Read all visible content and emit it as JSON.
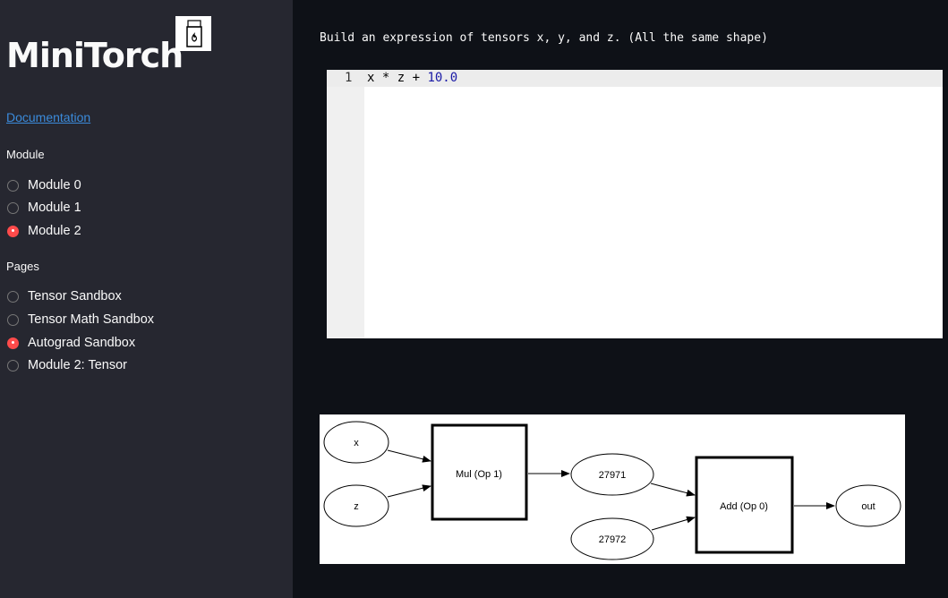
{
  "sidebar": {
    "title": "MiniTorch",
    "documentation": "Documentation",
    "module_label": "Module",
    "modules": [
      {
        "label": "Module 0",
        "selected": false
      },
      {
        "label": "Module 1",
        "selected": false
      },
      {
        "label": "Module 2",
        "selected": true
      }
    ],
    "pages_label": "Pages",
    "pages": [
      {
        "label": "Tensor Sandbox",
        "selected": false
      },
      {
        "label": "Tensor Math Sandbox",
        "selected": false
      },
      {
        "label": "Autograd Sandbox",
        "selected": true
      },
      {
        "label": "Module 2: Tensor",
        "selected": false
      }
    ]
  },
  "main": {
    "prompt": "Build an expression of tensors x, y, and z. (All the same shape)",
    "editor": {
      "line_number": "1",
      "code_pre": "x * z + ",
      "code_num": "10.0"
    },
    "graph": {
      "nodes": {
        "x": "x",
        "z": "z",
        "mul": "Mul (Op 1)",
        "n1": "27971",
        "n2": "27972",
        "add": "Add (Op 0)",
        "out": "out"
      }
    }
  }
}
